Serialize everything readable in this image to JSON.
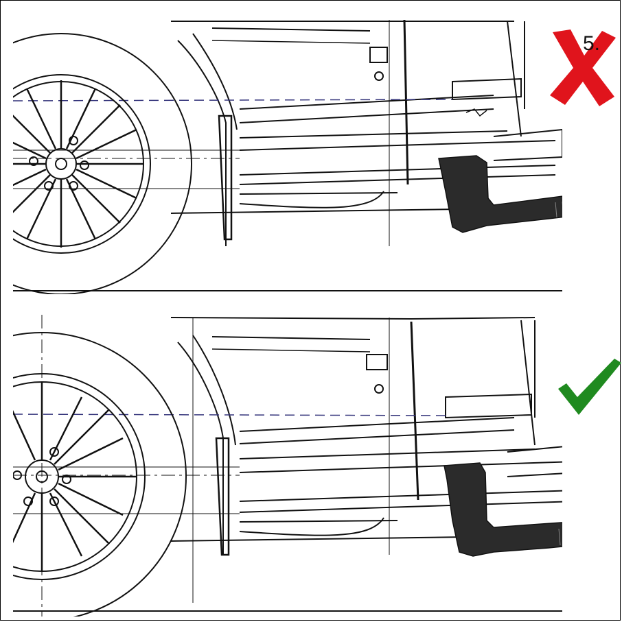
{
  "step": {
    "number": "5."
  },
  "panels": [
    {
      "id": "incorrect",
      "status": "wrong-icon"
    },
    {
      "id": "correct",
      "status": "check-icon"
    }
  ],
  "colors": {
    "wrong": "#e0141c",
    "correct": "#1f8a1f",
    "line": "#111111",
    "guide_dash": "#33337a",
    "bracket": "#2b2b2b"
  }
}
